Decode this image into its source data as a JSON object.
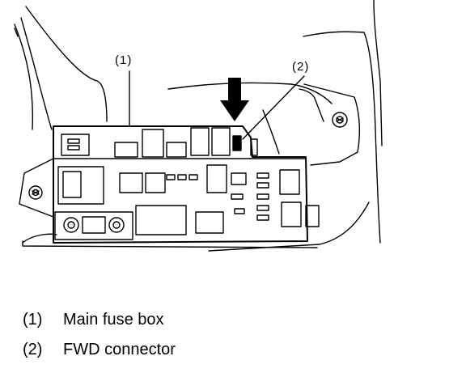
{
  "callouts": [
    {
      "id": "(1)"
    },
    {
      "id": "(2)"
    }
  ],
  "legend": [
    {
      "num": "(1)",
      "label": "Main fuse box"
    },
    {
      "num": "(2)",
      "label": "FWD connector"
    }
  ]
}
